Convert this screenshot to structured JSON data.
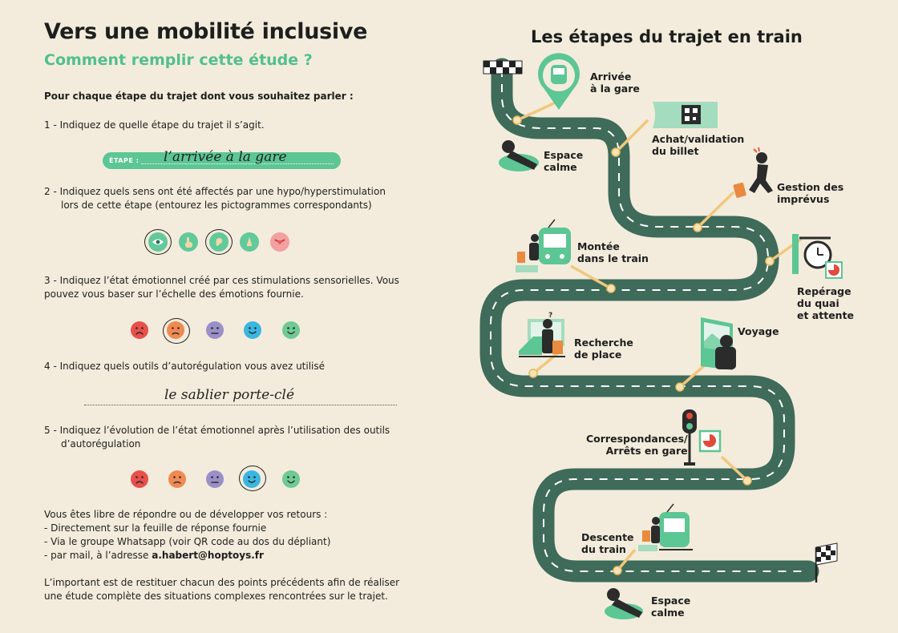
{
  "left": {
    "title": "Vers une mobilité inclusive",
    "subtitle": "Comment remplir cette étude ?",
    "intro": "Pour chaque étape du trajet dont vous souhaitez parler :",
    "step1": "1 - Indiquez de quelle étape du trajet il s’agit.",
    "etape_label": "ÉTAPE :",
    "etape_value": "l’arrivée à la gare",
    "step2_line1": "2 - Indiquez quels sens ont été affectés par une hypo/hyperstimulation",
    "step2_line2": "lors de cette étape (entourez les pictogrammes correspondants)",
    "senses": [
      "eye-icon",
      "touch-icon",
      "ear-icon",
      "nose-icon",
      "tongue-icon"
    ],
    "step3_line1": "3 - Indiquez l’état émotionnel créé par ces stimulations sensorielles. Vous",
    "step3_line2": "pouvez vous baser sur l’échelle des émotions fournie.",
    "emotion_colors": [
      "#e8504a",
      "#f08a52",
      "#9a8fc8",
      "#3bb6e0",
      "#6fca94"
    ],
    "step4": "4 - Indiquez quels outils d’autorégulation vous avez utilisé",
    "step4_value": "le sablier porte-clé",
    "step5_line1": "5 - Indiquez l’évolution de l’état émotionnel après l’utilisation des outils",
    "step5_line2": "d’autorégulation",
    "free_line1": "Vous êtes libre de répondre ou de développer vos retours :",
    "free_line2": "- Directement sur la feuille de réponse fournie",
    "free_line3": "- Via le groupe Whatsapp (voir QR code au dos du dépliant)",
    "free_line4_prefix": "- par mail, à l’adresse ",
    "email": "a.habert@hoptoys.fr",
    "final_line1": "L’important est de restituer chacun des points précédents afin de réaliser",
    "final_line2": "une étude complète des situations complexes rencontrées sur le trajet."
  },
  "right": {
    "title": "Les étapes du trajet en train",
    "labels": {
      "arrivee_1": "Arrivée",
      "arrivee_2": "à la gare",
      "espace1_1": "Espace",
      "espace1_2": "calme",
      "achat_1": "Achat/validation",
      "achat_2": "du billet",
      "gestion_1": "Gestion des",
      "gestion_2": "imprévus",
      "montee_1": "Montée",
      "montee_2": "dans le train",
      "reperage_1": "Repérage",
      "reperage_2": "du quai",
      "reperage_3": "et attente",
      "recherche_1": "Recherche",
      "recherche_2": "de place",
      "voyage": "Voyage",
      "corresp_1": "Correspondances/",
      "corresp_2": "Arrêts en gare",
      "descente_1": "Descente",
      "descente_2": "du train",
      "espace2_1": "Espace",
      "espace2_2": "calme"
    },
    "colors": {
      "road": "#3e6b5a",
      "accent": "#5cc694",
      "connector": "#f2c77c"
    }
  }
}
